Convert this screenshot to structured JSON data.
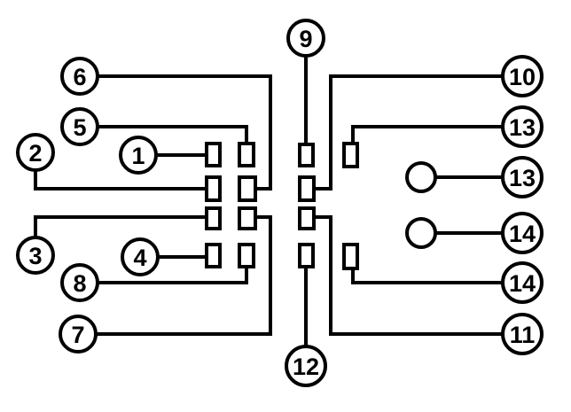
{
  "callouts": {
    "n1": "1",
    "n2": "2",
    "n3": "3",
    "n4": "4",
    "n5": "5",
    "n6": "6",
    "n7": "7",
    "n8": "8",
    "n9": "9",
    "n10": "10",
    "n11": "11",
    "n12": "12",
    "n13a": "13",
    "n13b": "13",
    "n14a": "14",
    "n14b": "14"
  }
}
